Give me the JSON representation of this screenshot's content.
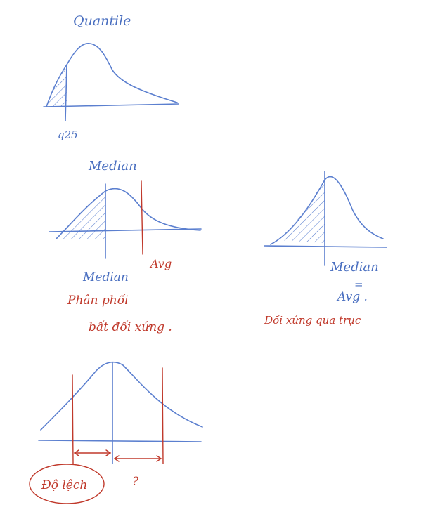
{
  "colors": {
    "blue": "#5b7fcf",
    "red": "#c0392b"
  },
  "sketch1": {
    "title": "Quantile",
    "cut_label": "q25"
  },
  "sketch2": {
    "title": "Median",
    "avg_label": "Avg",
    "median_label": "Median",
    "note_line1": "Phân phối",
    "note_line2": "bất đối xứng ."
  },
  "sketch3": {
    "label_median": "Median",
    "label_equals": "=",
    "label_avg": "Avg .",
    "note": "Đối xứng qua trục"
  },
  "sketch4": {
    "question": "?",
    "deviation_label": "Độ lệch"
  }
}
